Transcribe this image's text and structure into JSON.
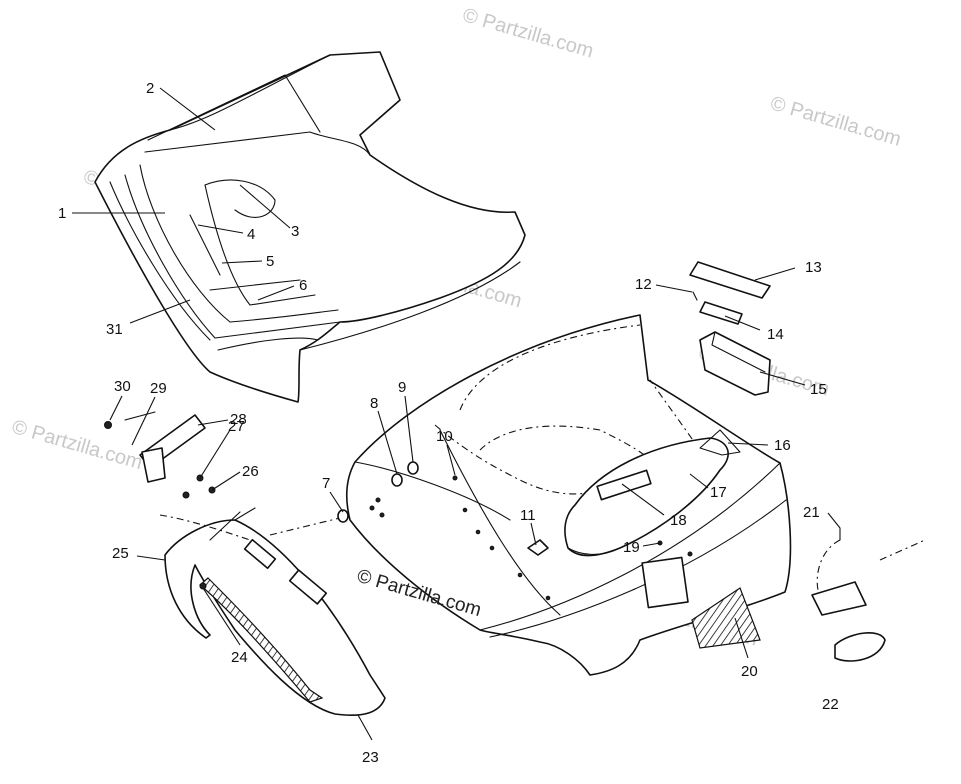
{
  "watermark_main": "© Partzilla.com",
  "watermark_faint": "© Partzilla.com",
  "callouts": [
    "1",
    "2",
    "3",
    "4",
    "5",
    "6",
    "7",
    "8",
    "9",
    "10",
    "11",
    "12",
    "13",
    "14",
    "15",
    "16",
    "17",
    "18",
    "19",
    "20",
    "21",
    "22",
    "23",
    "24",
    "25",
    "26",
    "27",
    "28",
    "29",
    "30",
    "31"
  ]
}
